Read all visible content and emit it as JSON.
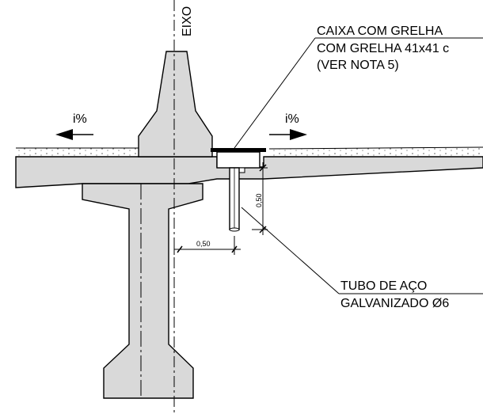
{
  "axis_label": "EIXO",
  "slope_left": "i%",
  "slope_right": "i%",
  "callout_box": {
    "line1": "CAIXA COM GRELHA",
    "line2": "COM GRELHA 41x41 c",
    "line3": "(VER NOTA 5)"
  },
  "callout_pipe": {
    "line1": "TUBO DE AÇO",
    "line2": "GALVANIZADO Ø6"
  },
  "dim_vertical": "0,50",
  "dim_horizontal": "0,50"
}
